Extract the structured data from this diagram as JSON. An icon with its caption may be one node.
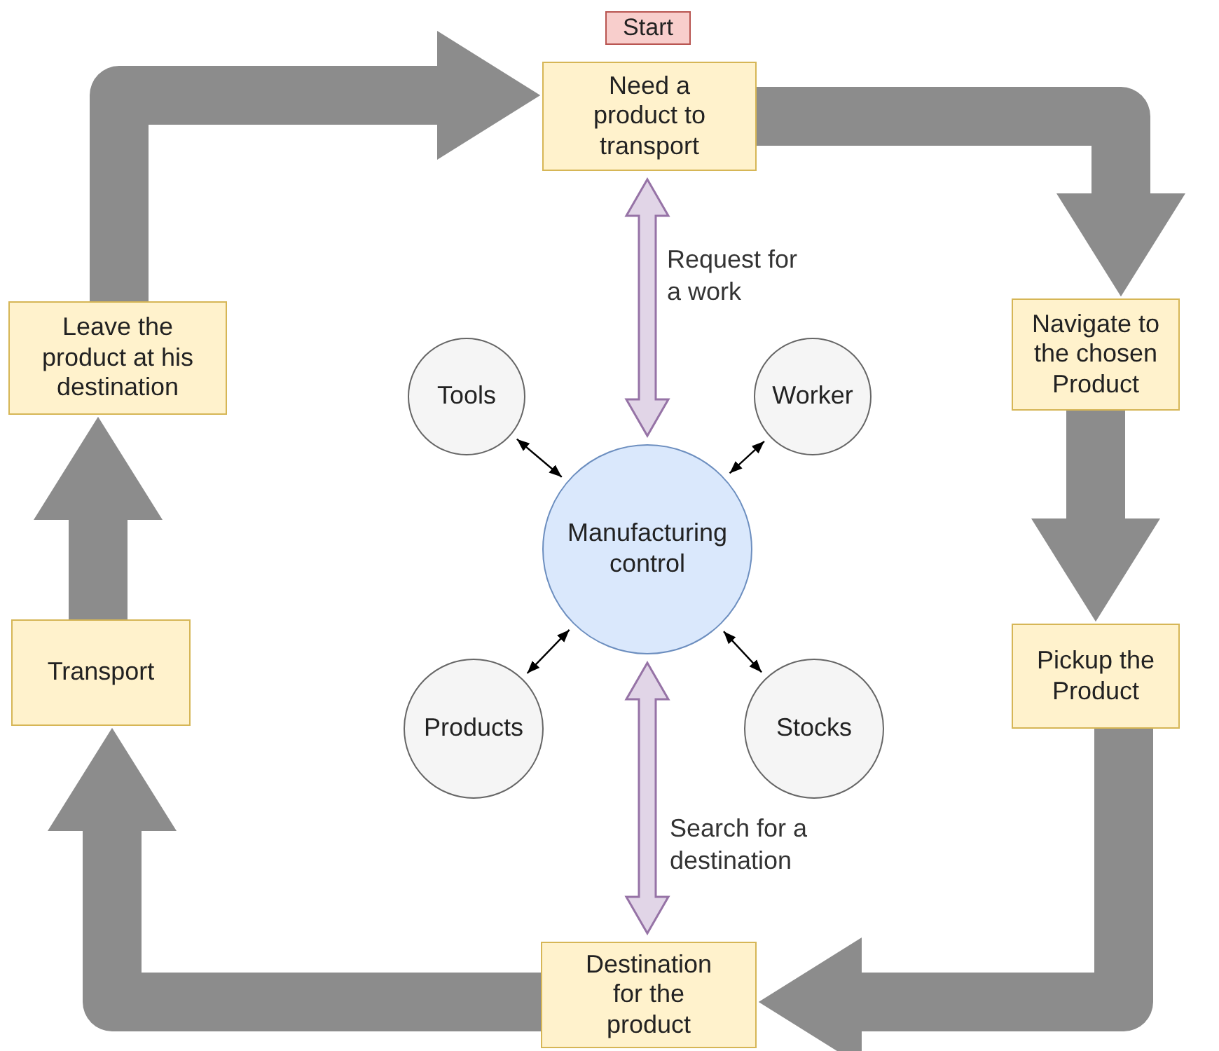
{
  "diagram": {
    "nodes": [
      {
        "text": [
          "Start"
        ]
      },
      {
        "text": [
          "Need a product to transport"
        ]
      },
      {
        "text": [
          "Navigate to the chosen Product"
        ]
      },
      {
        "text": [
          "Pickup the Product"
        ]
      },
      {
        "text": [
          "Destination for the product"
        ]
      },
      {
        "text": [
          "Transport"
        ]
      },
      {
        "text": [
          "Leave the product at his destination"
        ]
      },
      {
        "text": [
          "Tools"
        ]
      },
      {
        "text": [
          "Worker"
        ]
      },
      {
        "text": [
          "Manufacturing control"
        ]
      },
      {
        "text": [
          "Products"
        ]
      },
      {
        "text": [
          "Stocks"
        ]
      }
    ],
    "edges": [
      {
        "from": 1,
        "to": 2,
        "arrow": "to"
      },
      {
        "from": 2,
        "to": 3,
        "arrow": "to"
      },
      {
        "from": 3,
        "to": 4,
        "arrow": "to"
      },
      {
        "from": 4,
        "to": 5,
        "arrow": "to"
      },
      {
        "from": 5,
        "to": 6,
        "arrow": "to"
      },
      {
        "from": 6,
        "to": 1,
        "arrow": "to"
      },
      {
        "from": 1,
        "to": 9,
        "arrow": "both",
        "label": "Request for a work",
        "style": "thick",
        "color": "#e1d5e7"
      },
      {
        "from": 9,
        "to": 4,
        "arrow": "both",
        "label": "Search for a destination",
        "style": "thick",
        "color": "#e1d5e7"
      },
      {
        "from": 7,
        "to": 9,
        "arrow": "both",
        "color": "#000000"
      },
      {
        "from": 8,
        "to": 9,
        "arrow": "both",
        "color": "#000000"
      },
      {
        "from": 10,
        "to": 9,
        "arrow": "both",
        "color": "#000000"
      },
      {
        "from": 11,
        "to": 9,
        "arrow": "both",
        "color": "#000000"
      }
    ]
  }
}
